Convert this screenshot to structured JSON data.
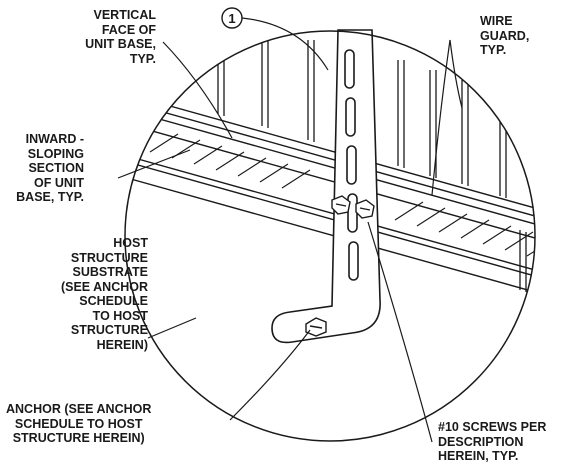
{
  "callout_number": "1",
  "labels": {
    "vertical_face": [
      "VERTICAL",
      "FACE OF",
      "UNIT BASE,",
      "TYP."
    ],
    "wire_guard": [
      "WIRE",
      "GUARD,",
      "TYP."
    ],
    "inward_sloping": [
      "INWARD -",
      "SLOPING",
      "SECTION",
      "OF UNIT",
      "BASE, TYP."
    ],
    "host_structure": [
      "HOST",
      "STRUCTURE",
      "SUBSTRATE",
      "(SEE ANCHOR",
      "SCHEDULE",
      "TO HOST",
      "STRUCTURE",
      "HEREIN)"
    ],
    "anchor": [
      "ANCHOR (SEE ANCHOR",
      "SCHEDULE TO HOST",
      "STRUCTURE HEREIN)"
    ],
    "screws": [
      "#10 SCREWS PER",
      "DESCRIPTION",
      "HEREIN, TYP."
    ]
  }
}
